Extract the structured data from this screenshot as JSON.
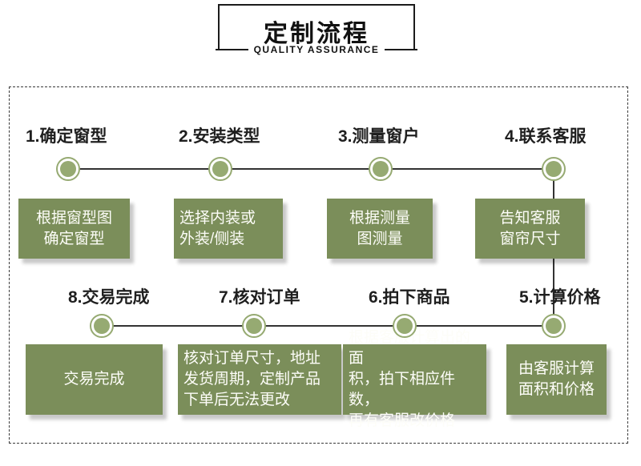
{
  "header": {
    "title": "定制流程",
    "subtitle": "QUALITY ASSURANCE"
  },
  "colors": {
    "box_green": "#7b8e5a",
    "node_green": "#96aa72",
    "line_dark": "#333333",
    "text_dark": "#1f1f1f",
    "box_text": "#fdfdf8",
    "shadow": "rgba(0,0,0,0.22)"
  },
  "steps": [
    {
      "label": "1.确定窗型",
      "box": "根据窗型图\n确定窗型"
    },
    {
      "label": "2.安装类型",
      "box": "选择内装或\n外装/侧装"
    },
    {
      "label": "3.测量窗户",
      "box": "根据测量\n图测量"
    },
    {
      "label": "4.联系客服",
      "box": "告知客服\n窗帘尺寸"
    },
    {
      "label": "5.计算价格",
      "box": "由客服计算\n面积和价格"
    },
    {
      "label": "6.拍下商品",
      "box": "根据客服计算出的面\n积，拍下相应件数，\n再有客服改价格"
    },
    {
      "label": "7.核对订单",
      "box": "核对订单尺寸，地址\n发货周期，定制产品\n下单后无法更改"
    },
    {
      "label": "8.交易完成",
      "box": "交易完成"
    }
  ]
}
